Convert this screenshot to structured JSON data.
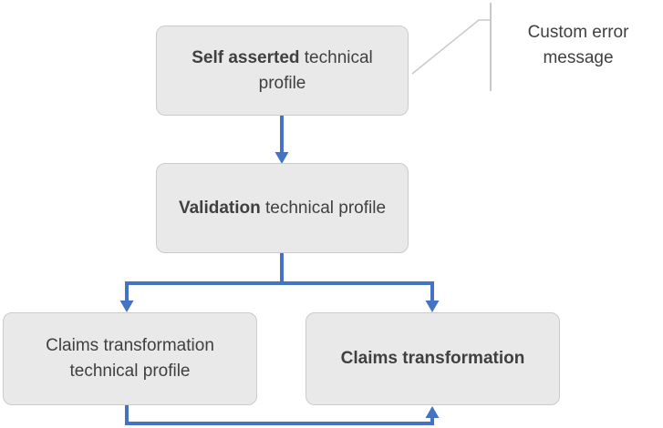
{
  "diagram": {
    "nodes": [
      {
        "name": "self-asserted-technical-profile",
        "bold_text": "Self asserted",
        "regular_text": " technical profile"
      },
      {
        "name": "validation-technical-profile",
        "bold_text": "Validation",
        "regular_text": " technical profile"
      },
      {
        "name": "claims-transformation-technical-profile",
        "bold_text": "",
        "regular_text": "Claims transformation technical profile"
      },
      {
        "name": "claims-transformation",
        "bold_text": "Claims transformation",
        "regular_text": ""
      }
    ],
    "callout": {
      "label": "Custom error message"
    },
    "colors": {
      "connector": "#4472C4",
      "node_fill": "#e9e9e9",
      "node_border": "#cbcbcb",
      "text": "#404040",
      "callout_line": "#c9c9c9"
    }
  }
}
